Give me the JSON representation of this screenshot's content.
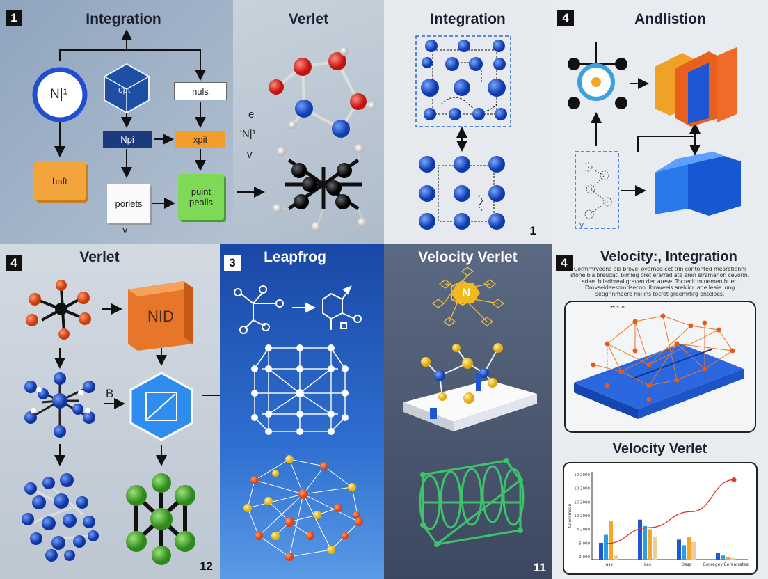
{
  "panels": {
    "p1": {
      "badge": "1",
      "title": "Integration",
      "node_label": "N|¹",
      "cpt": "cpt",
      "nuls": "nuls",
      "npi": "Npi",
      "xpit": "xpit",
      "haft": "haft",
      "porlets": "porlets",
      "puint": "puint\npealls",
      "v_label": "v"
    },
    "p2": {
      "title": "Verlet",
      "e_label": "e",
      "n_label": "'N|¹",
      "v_label": "v"
    },
    "p3": {
      "title": "Integration",
      "corner": "1"
    },
    "p4": {
      "badge": "4",
      "title": "Andlistion",
      "v_label": "v"
    },
    "p5": {
      "badge": "4",
      "title": "Verlet",
      "np_label": "NID",
      "b_label": "B",
      "corner": "12"
    },
    "p6": {
      "badge": "3",
      "title": "Leapfrog"
    },
    "p7": {
      "title": "Velocity Verlet",
      "n_label": "N",
      "corner": "11"
    },
    "p8": {
      "badge": "4",
      "title": "Velocity:, Integration",
      "subtitle": "Velocity Verlet",
      "paragraph": "Cormmrveens bla brovel ovarned cet trin coritonted mearetionni stone bla breudat. bimleg bret erarred ate eren elremanon cevorin. sdae. bliedbreal graven dec arese. Tocrecit minemen buet. Drovseldeesomrisecon. Ibraveeis arelvicr. atie leaie. ung setignnmeere hoi ins tocret greemrtirg enteloes.",
      "small_label": "ceds tot"
    }
  },
  "colors": {
    "blue": "#1f4fd0",
    "red": "#d8231c",
    "orange": "#f08a24",
    "green": "#4caf3a",
    "navy": "#1b3a7a"
  },
  "chart_data": {
    "type": "bar",
    "categories": [
      "Jusy",
      "Les",
      "Dasp",
      "Conregey Eeraarrates"
    ],
    "series": [
      {
        "values": [
          21,
          50,
          25,
          8
        ]
      },
      {
        "values": [
          31,
          42,
          18,
          5
        ]
      },
      {
        "values": [
          48,
          38,
          28,
          3
        ]
      },
      {
        "values": [
          5,
          29,
          22,
          2
        ]
      }
    ],
    "line": {
      "x": [
        0,
        1,
        2,
        3
      ],
      "y": [
        20,
        40,
        60,
        100
      ]
    },
    "yticks": [
      "10 2000",
      "10 2000",
      "16 2000",
      "10 2000",
      "4 2000",
      "5 000",
      "2 000"
    ],
    "ylim": [
      0,
      110
    ],
    "ylabel": "Coessmeen"
  }
}
